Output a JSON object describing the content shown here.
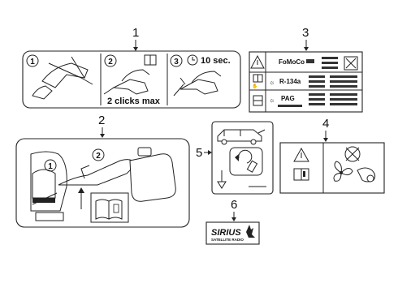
{
  "callouts": [
    "1",
    "2",
    "3",
    "4",
    "5",
    "6"
  ],
  "label1": {
    "steps": [
      "1",
      "2",
      "3"
    ],
    "time_text": "10 sec.",
    "clicks_text": "2 clicks max"
  },
  "label2": {
    "steps": [
      "1",
      "2"
    ]
  },
  "label3": {
    "brand": "FoMoCo",
    "refrigerant": "R-134a",
    "oil": "PAG"
  },
  "label6": {
    "brand": "SIRIUS",
    "sub": "SATELLITE RADIO"
  },
  "icons": [
    "warning-triangle-icon",
    "book-icon",
    "clock-icon",
    "fuel-nozzle-icon",
    "fan-icon",
    "no-symbol-icon",
    "van-icon",
    "arrow-down-icon",
    "fuel-can-icon"
  ]
}
